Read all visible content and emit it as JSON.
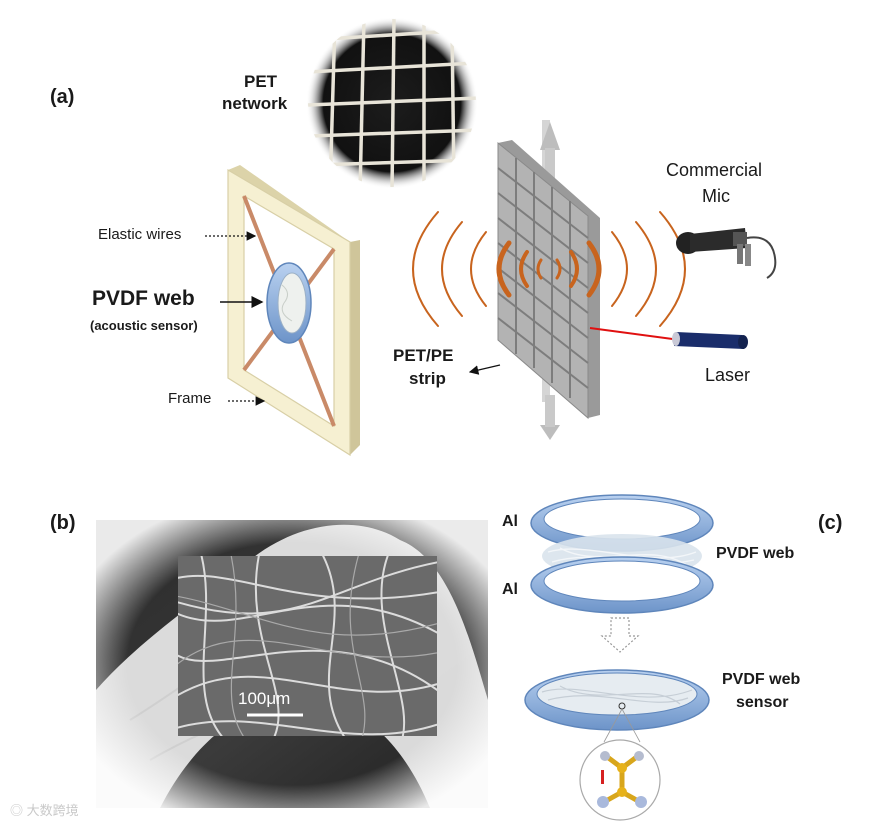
{
  "panels": {
    "a": "(a)",
    "b": "(b)",
    "c": "(c)"
  },
  "panel_a": {
    "pet_network": [
      "PET",
      "network"
    ],
    "elastic_wires": "Elastic wires",
    "pvdf_web": "PVDF web",
    "acoustic_sensor": "(acoustic sensor)",
    "frame": "Frame",
    "pet_pe_strip": [
      "PET/PE",
      "strip"
    ],
    "commercial_mic": [
      "Commercial",
      "Mic"
    ],
    "laser": "Laser"
  },
  "panel_b": {
    "scale_bar": "100μm"
  },
  "panel_c": {
    "al_top": "Al",
    "al_bottom": "Al",
    "pvdf_web": "PVDF web",
    "pvdf_web_sensor": [
      "PVDF web",
      "sensor"
    ]
  },
  "watermark": "大数跨境",
  "colors": {
    "wave": "#c8641e",
    "laser": "#e01010",
    "ring": "#8fb4e3",
    "frame": "#f3eccb",
    "wire": "#c98a68"
  }
}
